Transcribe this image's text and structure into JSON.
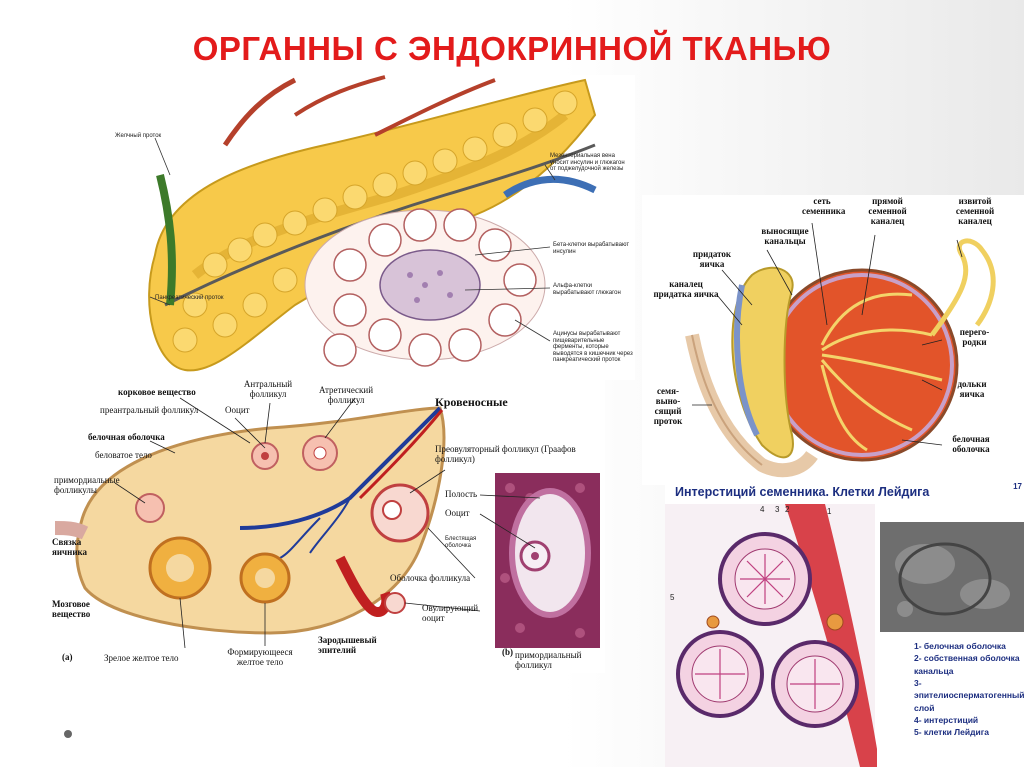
{
  "slide": {
    "title": "ОРГАННЫ С ЭНДОКРИННОЙ ТКАНЬЮ"
  },
  "pancreas": {
    "labels": {
      "bile_duct": "Желчный проток",
      "pancreatic_duct": "Панкреатический проток",
      "mesenteric_vein": "Мезентериальная вена уносит инсулин и глюкагон от поджелудочной железы",
      "beta_cells": "Бета-клетки вырабатывают инсулин",
      "alpha_cells": "Альфа-клетки вырабатывают глюкагон",
      "acini": "Ацинусы вырабатывают пищеварительные ферменты, которые выводятся в кишечник через панкреатический проток"
    }
  },
  "testis": {
    "labels": {
      "rete_testis": "сеть семенника",
      "straight_tubule": "прямой семенной каналец",
      "convoluted_tubule": "извитой семенной каналец",
      "efferent_ducts": "выносящие канальцы",
      "epididymis": "придаток яичка",
      "epididymis_duct": "каналец придатка яичка",
      "septa": "перего- родки",
      "lobules": "дольки яичка",
      "vas_deferens": "семя- выно- сящий проток",
      "tunica_albuginea": "белочная оболочка"
    }
  },
  "ovary": {
    "labels": {
      "cortex": "корковое вещество",
      "preantral_follicle": "преантральный фолликул",
      "oocyte": "Ооцит",
      "antral_follicle": "Антральный фолликул",
      "atretic_follicle": "Атретический фолликул",
      "blood_vessels": "Кровеносные",
      "tunica_albuginea": "белочная оболочка",
      "corpus_albicans": "беловатое тело",
      "primordial_follicles": "примордиальные фолликулы",
      "ovary_ligament": "Связка яичника",
      "medulla": "Мозговое вещество",
      "preovulatory_follicle": "Преовуляторный фолликул (Граафов фолликул)",
      "cavity": "Полость",
      "oocyte2": "Ооцит",
      "zona": "Блестящая оболочка",
      "follicle_theca": "Оболочка фолликула",
      "ovulating_oocyte": "Овулирующий ооцит",
      "germinal_epithelium": "Зародышевый эпителий",
      "mature_corpus_luteum": "Зрелое желтое тело",
      "forming_corpus_luteum": "Формирующееся желтое тело",
      "primordial_follicle": "примордиальный фолликул",
      "fig_a": "(a)",
      "fig_b": "(b)"
    }
  },
  "leydig": {
    "header": "Интерстиций семенника. Клетки Лейдига",
    "page_num": "17",
    "legend": [
      "1- белочная оболочка",
      "2- собственная оболочка канальца",
      "3- эпителиосперматогенный слой",
      "4- интерстиций",
      "5- клетки Лейдига"
    ],
    "markers": [
      "4",
      "3",
      "2",
      "1",
      "5"
    ]
  }
}
